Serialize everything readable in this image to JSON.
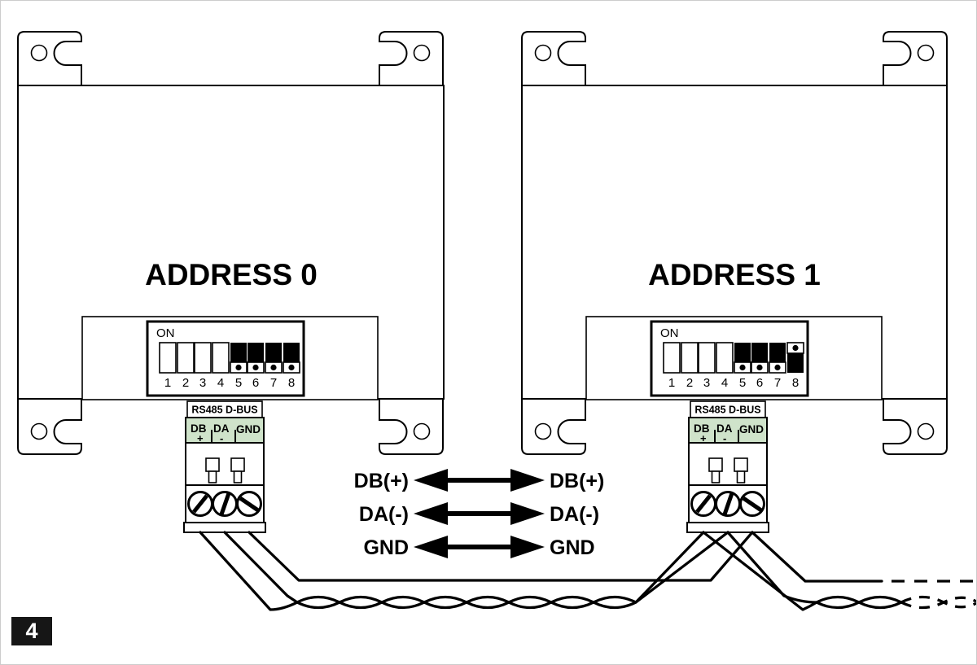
{
  "figure": {
    "page_badge": "4"
  },
  "colors": {
    "line": "#000000",
    "terminal_label_bg": "#cfe3ca",
    "badge_bg": "#161616",
    "badge_text": "#ffffff",
    "background": "#ffffff"
  },
  "devices": [
    {
      "label": "ADDRESS 0",
      "dip": {
        "on_label": "ON",
        "switch_labels": [
          "1",
          "2",
          "3",
          "4",
          "5",
          "6",
          "7",
          "8"
        ],
        "switch_states": [
          "open",
          "open",
          "open",
          "open",
          "down",
          "down",
          "down",
          "down"
        ]
      },
      "terminal": {
        "title": "RS485 D-BUS",
        "pins": [
          {
            "name": "DB",
            "sign": "+"
          },
          {
            "name": "DA",
            "sign": "-"
          },
          {
            "name": "GND",
            "sign": ""
          }
        ]
      }
    },
    {
      "label": "ADDRESS 1",
      "dip": {
        "on_label": "ON",
        "switch_labels": [
          "1",
          "2",
          "3",
          "4",
          "5",
          "6",
          "7",
          "8"
        ],
        "switch_states": [
          "open",
          "open",
          "open",
          "open",
          "down",
          "down",
          "down",
          "up"
        ]
      },
      "terminal": {
        "title": "RS485 D-BUS",
        "pins": [
          {
            "name": "DB",
            "sign": "+"
          },
          {
            "name": "DA",
            "sign": "-"
          },
          {
            "name": "GND",
            "sign": ""
          }
        ]
      }
    }
  ],
  "bus": {
    "signals": [
      {
        "left": "DB(+)",
        "right": "DB(+)"
      },
      {
        "left": "DA(-)",
        "right": "DA(-)"
      },
      {
        "left": "GND",
        "right": "GND"
      }
    ]
  }
}
